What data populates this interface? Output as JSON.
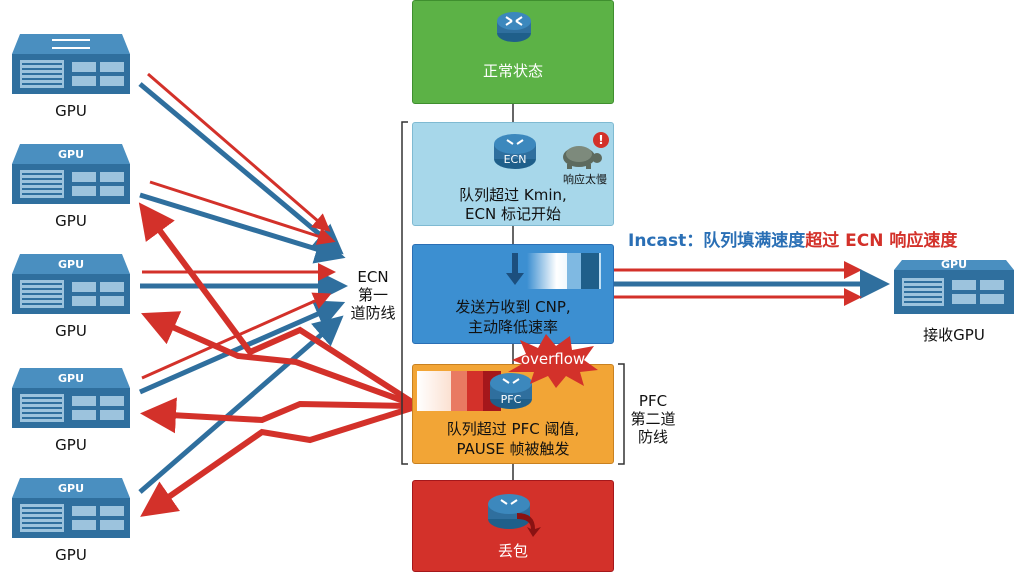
{
  "states": {
    "normal": {
      "label": "正常状态",
      "color": "#5cb246"
    },
    "ecn": {
      "router_label": "ECN",
      "line1": "队列超过 Kmin,",
      "line2": "ECN 标记开始",
      "turtle_label": "响应太慢",
      "color": "#a7d7ea"
    },
    "cnp": {
      "line1": "发送方收到 CNP,",
      "line2": "主动降低速率",
      "color": "#3c8fd1"
    },
    "pfc": {
      "router_label": "PFC",
      "line1": "队列超过 PFC 阈值,",
      "line2": "PAUSE 帧被触发",
      "color": "#f2a536"
    },
    "drop": {
      "label": "丢包",
      "color": "#d3312a"
    }
  },
  "overflow_label": "overflow",
  "ecn_bracket": {
    "line1": "ECN",
    "line2": "第一",
    "line3": "道防线"
  },
  "pfc_bracket": {
    "line1": "PFC",
    "line2": "第二道",
    "line3": "防线"
  },
  "incast": {
    "prefix": "Incast：",
    "part1": "队列填满速度",
    "part2": "超过 ECN 响应速度",
    "color_blue": "#2a6fb5",
    "color_red": "#d3312a"
  },
  "senders": [
    {
      "label": "GPU",
      "badge": ""
    },
    {
      "label": "GPU",
      "badge": "GPU"
    },
    {
      "label": "GPU",
      "badge": "GPU"
    },
    {
      "label": "GPU",
      "badge": "GPU"
    },
    {
      "label": "GPU",
      "badge": "GPU"
    }
  ],
  "receiver": {
    "label": "接收GPU",
    "badge": "GPU"
  },
  "colors": {
    "server": "#2f6f9e",
    "arrow_blue": "#2f6f9e",
    "arrow_red": "#d3312a"
  }
}
